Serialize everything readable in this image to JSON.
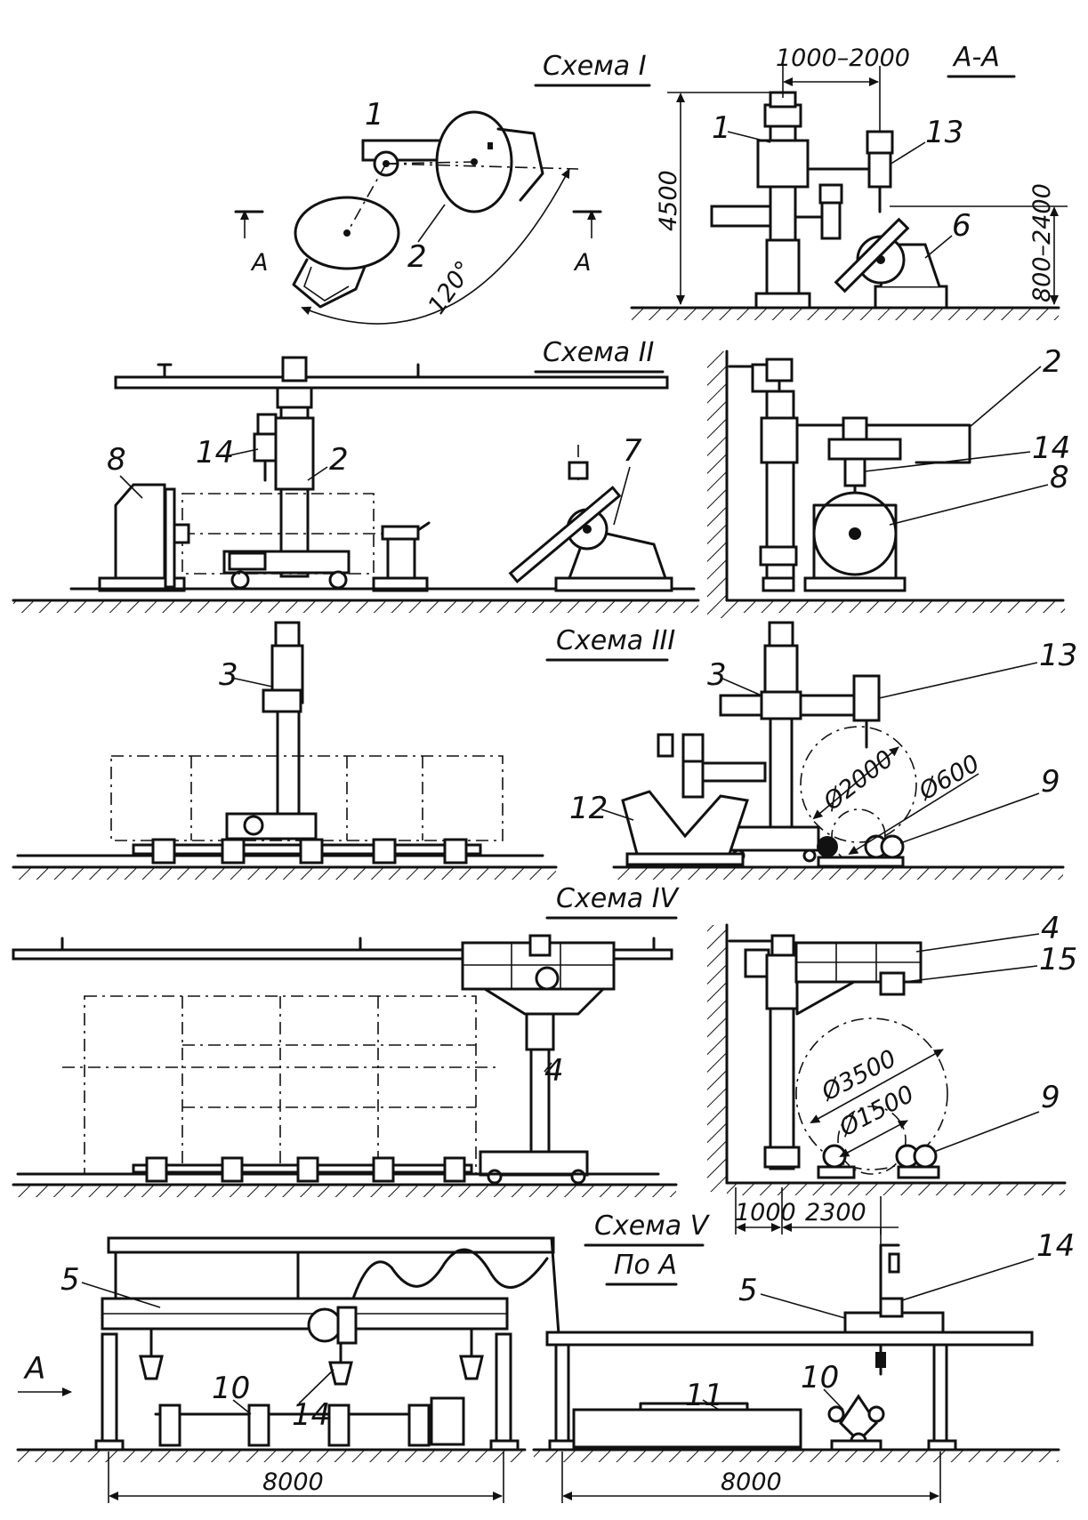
{
  "captions": {
    "scheme1": "Схема I",
    "section_aa": "А-А",
    "scheme2": "Схема II",
    "scheme3": "Схема III",
    "scheme4": "Схема IV",
    "scheme5": "Схема V",
    "view_a": "По А"
  },
  "dimensions": {
    "boom_reach": "1000–2000",
    "height_4500": "4500",
    "height_range": "800–2400",
    "angle": "120°",
    "dia_2000": "Ø2000",
    "dia_600": "Ø600",
    "dia_3500": "Ø3500",
    "dia_1500": "Ø1500",
    "d1000": "1000",
    "d2300": "2300",
    "span_left": "8000",
    "span_right": "8000",
    "arrow_a": "А",
    "section_mark": "А"
  },
  "labels": {
    "n1": "1",
    "n2": "2",
    "n3": "3",
    "n4": "4",
    "n5": "5",
    "n6": "6",
    "n7": "7",
    "n8": "8",
    "n9": "9",
    "n10": "10",
    "n11": "11",
    "n12": "12",
    "n13": "13",
    "n14": "14",
    "n15": "15"
  }
}
